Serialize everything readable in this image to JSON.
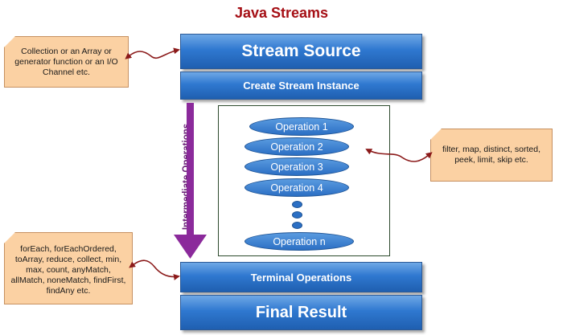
{
  "title": "Java Streams",
  "stages": {
    "source": "Stream Source",
    "create": "Create Stream Instance",
    "terminal": "Terminal Operations",
    "final": "Final Result"
  },
  "intermediate_label": "Intermediate Operations",
  "operations": [
    "Operation 1",
    "Operation 2",
    "Operation 3",
    "Operation 4",
    "Operation n"
  ],
  "notes": {
    "source": "Collection or an Array or generator function or an I/O Channel etc.",
    "intermediate": "filter, map, distinct, sorted, peek, limit, skip etc.",
    "terminal": "forEach, forEachOrdered, toArray, reduce, collect, min, max, count, anyMatch, allMatch, noneMatch, findFirst, findAny etc."
  },
  "colors": {
    "title": "#a50f15",
    "bar_blue": "#2f78d0",
    "note_fill": "#fbd1a3",
    "arrow_purple": "#8b2a9b",
    "connector": "#8b1a1a"
  }
}
